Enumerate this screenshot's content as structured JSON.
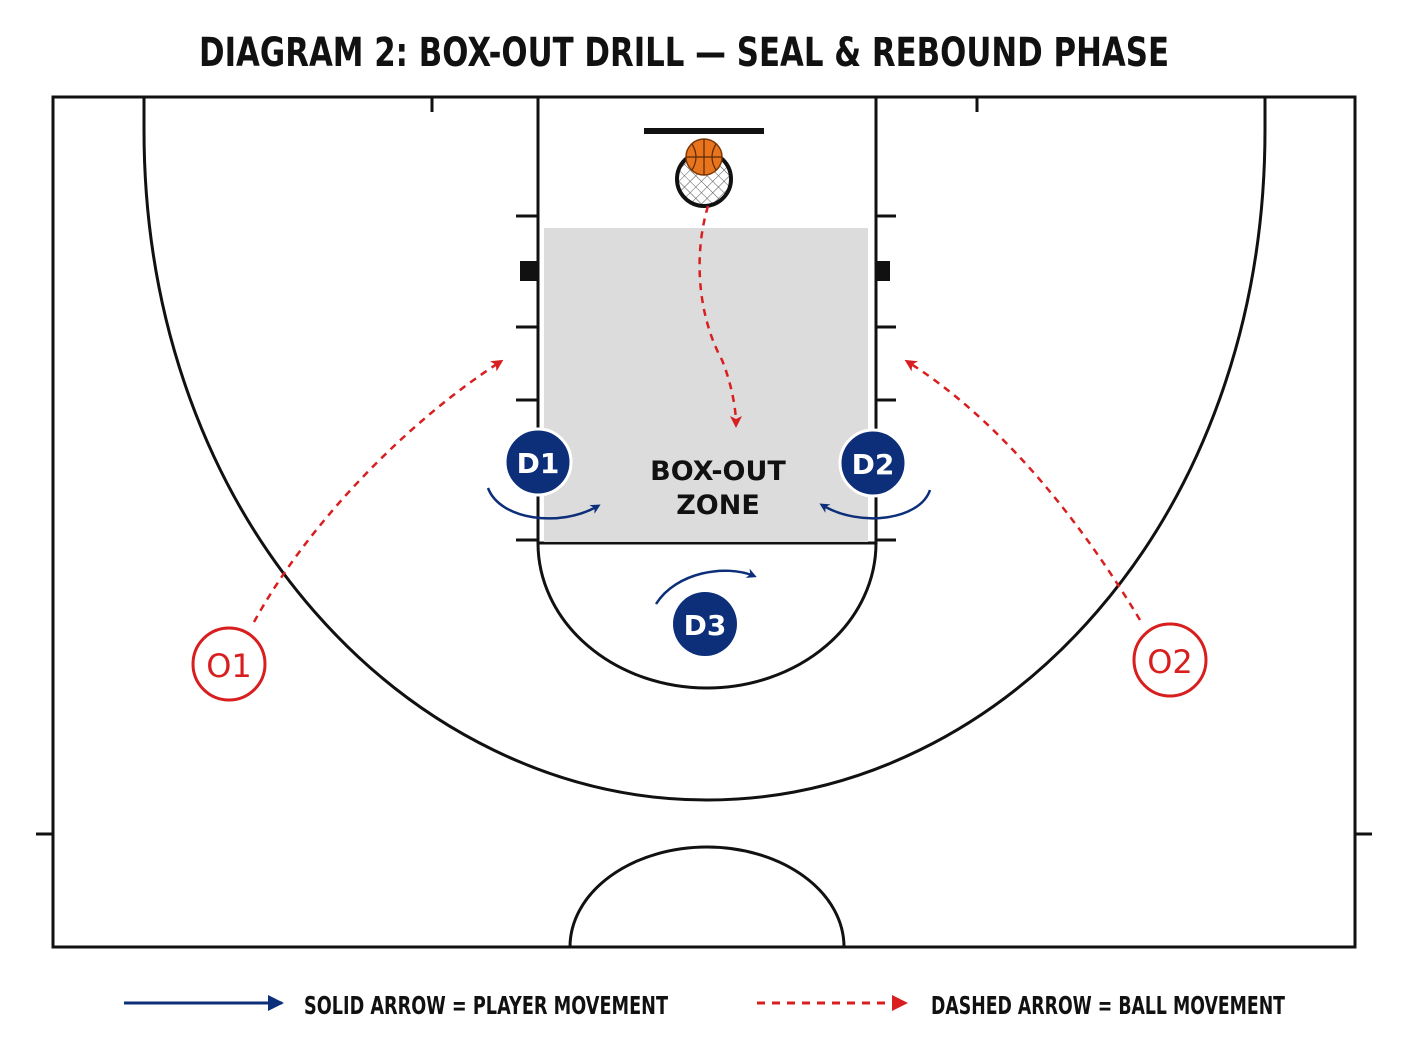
{
  "title": "DIAGRAM 2: BOX-OUT DRILL — SEAL & REBOUND PHASE",
  "zone": {
    "line1": "BOX-OUT",
    "line2": "ZONE"
  },
  "players": {
    "d1": "D1",
    "d2": "D2",
    "d3": "D3",
    "o1": "O1",
    "o2": "O2"
  },
  "legend": {
    "solid": "SOLID ARROW = PLAYER MOVEMENT",
    "dashed": "DASHED ARROW = BALL MOVEMENT"
  },
  "colors": {
    "defense": "#0d2f7a",
    "offense": "#d81e1e",
    "zone_fill": "#dcdcdc",
    "ball": "#e8741e",
    "line": "#111111"
  }
}
